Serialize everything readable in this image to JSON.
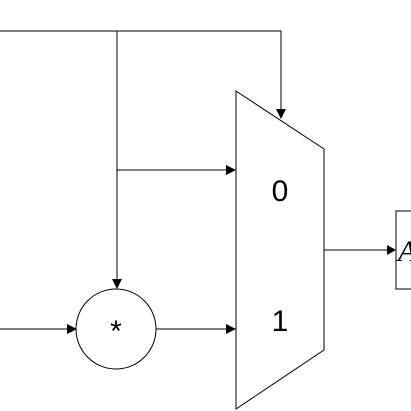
{
  "diagram": {
    "multiplier": {
      "symbol": "*"
    },
    "mux": {
      "input_0_label": "0",
      "input_1_label": "1"
    },
    "output_register": {
      "label": "A"
    }
  }
}
